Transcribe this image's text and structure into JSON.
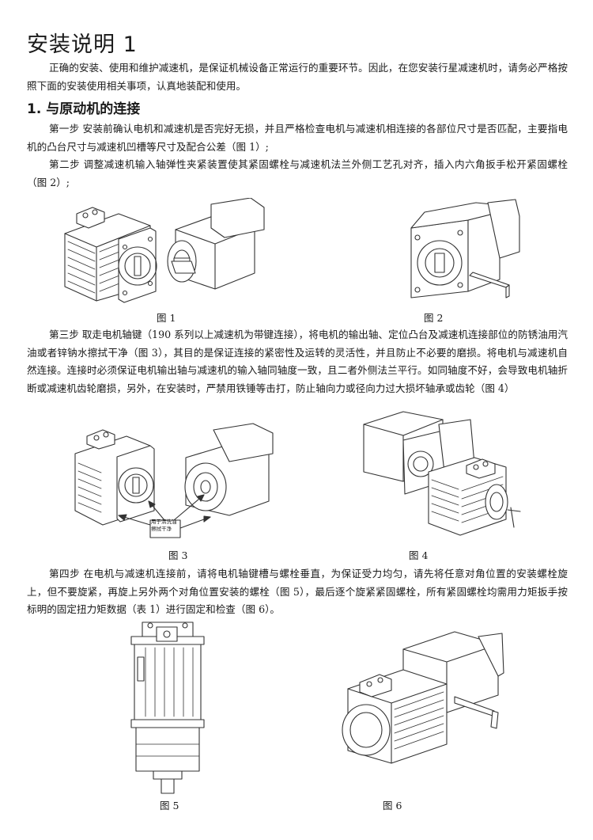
{
  "title": "安装说明 1",
  "intro": "正确的安装、使用和维护减速机，是保证机械设备正常运行的重要环节。因此，在您安装行星减速机时，请务必严格按照下面的安装使用相关事项，认真地装配和使用。",
  "section1": {
    "heading": "1. 与原动机的连接",
    "step1": "第一步 安装前确认电机和减速机是否完好无损，并且严格检查电机与减速机相连接的各部位尺寸是否匹配，主要指电机的凸台尺寸与减速机凹槽等尺寸及配合公差（图 1）;",
    "step2": "第二步 调整减速机输入轴弹性夹紧装置使其紧固螺栓与减速机法兰外侧工艺孔对齐，插入内六角扳手松开紧固螺栓（图 2）;",
    "step3": "第三步 取走电机轴键（190 系列以上减速机为带键连接），将电机的输出轴、定位凸台及减速机连接部位的防锈油用汽油或者锌钠水擦拭干净（图 3），其目的是保证连接的紧密性及运转的灵活性，并且防止不必要的磨损。将电机与减速机自然连接。连接时必须保证电机输出轴与减速机的输入轴同轴度一致，且二者外侧法兰平行。如同轴度不好，会导致电机轴折断或减速机齿轮磨损，另外，在安装时，严禁用铁锤等击打，防止轴向力或径向力过大损坏轴承或齿轮（图 4）",
    "step4": "第四步 在电机与减速机连接前，请将电机轴键槽与螺栓垂直，为保证受力均匀，请先将任意对角位置的安装螺栓旋上，但不要旋紧，再旋上另外两个对角位置安装的螺栓（图 5），最后逐个旋紧紧固螺栓，所有紧固螺栓均需用力矩扳手按标明的固定扭力矩数据（表 1）进行固定和检查（图 6）。"
  },
  "figures": {
    "fig1": "图 1",
    "fig2": "图 2",
    "fig3": "图 3",
    "fig4": "图 4",
    "fig5": "图 5",
    "fig6": "图 6",
    "fig3_label_line1": "用于清洗油",
    "fig3_label_line2": "擦拭干净"
  }
}
